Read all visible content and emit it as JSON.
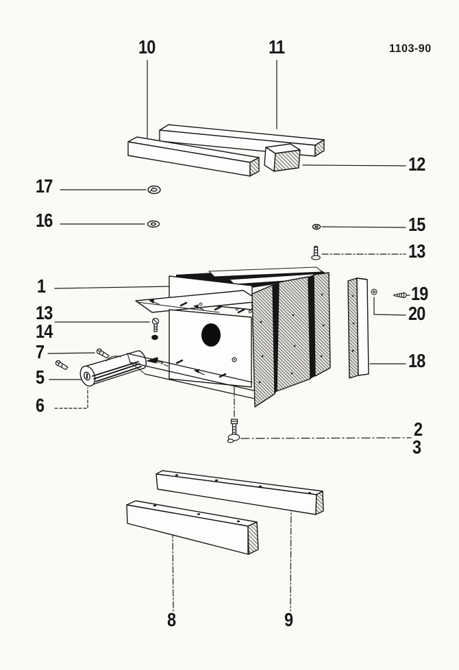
{
  "colors": {
    "paper": "#fbfaf7",
    "ink": "#161616"
  },
  "header": {
    "drawing_number": "1103-90"
  },
  "callouts": {
    "c1": "1",
    "c2": "2",
    "c3": "3",
    "c5": "5",
    "c6": "6",
    "c7": "7",
    "c8": "8",
    "c9": "9",
    "c10": "10",
    "c11": "11",
    "c12": "12",
    "c13_top_right": "13",
    "c13_left": "13",
    "c14": "14",
    "c15": "15",
    "c16": "16",
    "c17": "17",
    "c18": "18",
    "c19": "19",
    "c20": "20"
  }
}
